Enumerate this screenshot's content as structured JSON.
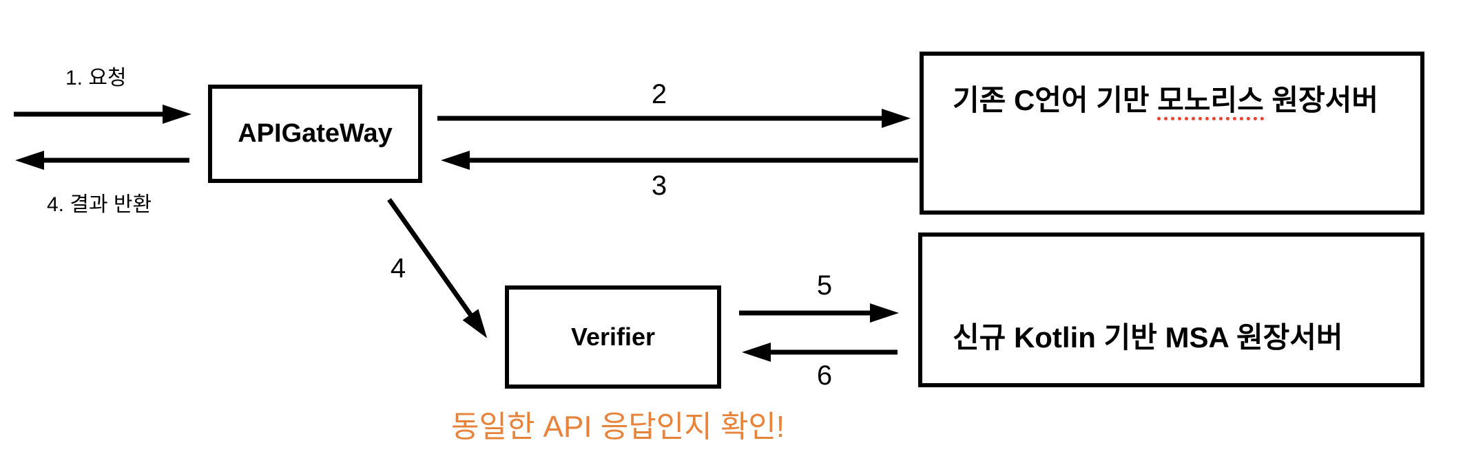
{
  "diagram": {
    "title_hint": "API gateway parallel-run verification flow",
    "colors": {
      "line": "#000000",
      "box_border": "#000000",
      "background": "#ffffff",
      "annotation_text": "#e8833c",
      "spellcheck_underline": "#e8432d"
    },
    "nodes": {
      "api_gateway": {
        "label": "APIGateWay"
      },
      "legacy_server": {
        "label": "기존 C언어 기만 모노리스 원장서버",
        "label_prefix": "기존 C언어 기만 ",
        "label_underlined": "모노리스",
        "label_suffix": " 원장서버"
      },
      "verifier": {
        "label": "Verifier"
      },
      "msa_server": {
        "label": "신규 Kotlin 기반 MSA 원장서버"
      }
    },
    "edge_labels": {
      "request_in": "1. 요청",
      "result_return": "4. 결과 반환",
      "step2": "2",
      "step3": "3",
      "step4": "4",
      "step5": "5",
      "step6": "6"
    },
    "annotation": {
      "text": "동일한 API 응답인지 확인!"
    }
  }
}
